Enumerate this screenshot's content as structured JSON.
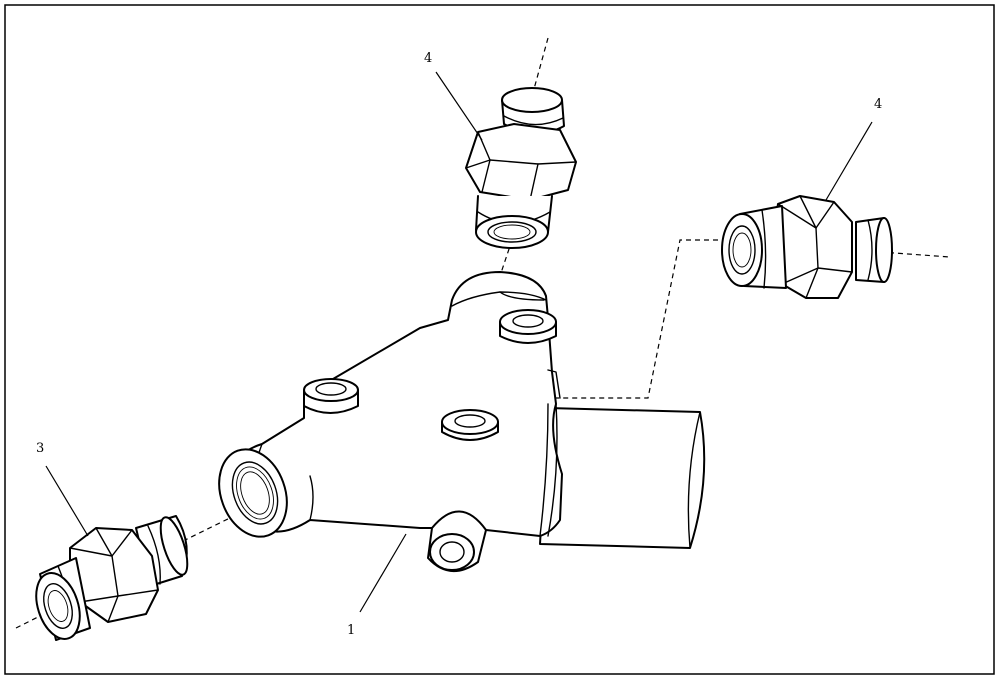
{
  "diagram": {
    "callouts": {
      "body": "1",
      "fitting_left": "3",
      "fitting_top": "4",
      "fitting_right": "4"
    },
    "colors": {
      "ink": "#000000",
      "paper": "#ffffff"
    }
  }
}
